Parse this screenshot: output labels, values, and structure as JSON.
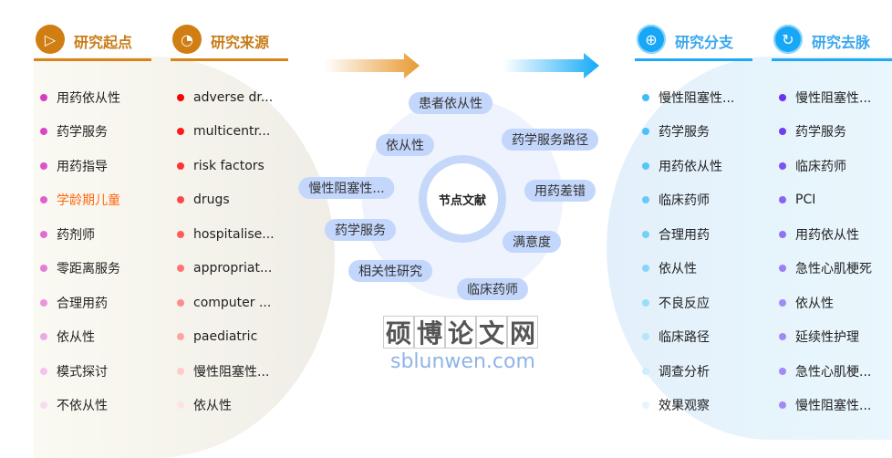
{
  "columns": [
    {
      "title": "研究起点",
      "icon": "play-icon",
      "items": [
        "用药依从性",
        "药学服务",
        "用药指导",
        "学龄期儿童",
        "药剂师",
        "零距离服务",
        "合理用药",
        "依从性",
        "模式探讨",
        "不依从性"
      ],
      "highlight_index": 3,
      "highlight_color": "#ff6a13",
      "dot_colors": [
        "#d83bc4",
        "#da45c8",
        "#dd52cc",
        "#e05fd0",
        "#e26cd4",
        "#e67dd8",
        "#eb93df",
        "#efa9e6",
        "#f4c3ee",
        "#f8dbf3"
      ]
    },
    {
      "title": "研究来源",
      "icon": "pie-chart-icon",
      "items": [
        "adverse dr...",
        "multicentr...",
        "risk factors",
        "drugs",
        "hospitalise...",
        "appropriat...",
        "computer ...",
        "paediatric",
        "慢性阻塞性...",
        "依从性"
      ],
      "dot_colors": [
        "#ff0000",
        "#ff1a1a",
        "#ff3333",
        "#ff4747",
        "#ff5c5c",
        "#ff7373",
        "#ff8c8c",
        "#ffa3a3",
        "#ffcccc",
        "#ffe3e3"
      ]
    },
    {
      "title": "研究分支",
      "icon": "plus-circle-icon",
      "items": [
        "慢性阻塞性...",
        "药学服务",
        "用药依从性",
        "临床药师",
        "合理用药",
        "依从性",
        "不良反应",
        "临床路径",
        "调查分析",
        "效果观察"
      ],
      "dot_colors": [
        "#3ebef7",
        "#48c2f7",
        "#56c6f8",
        "#64cbf8",
        "#74d0f9",
        "#86d6fa",
        "#99dcfb",
        "#b3e5fc",
        "#cdeefd",
        "#e3f5fe"
      ]
    },
    {
      "title": "研究去脉",
      "icon": "refresh-circle-icon",
      "items": [
        "慢性阻塞性...",
        "药学服务",
        "临床药师",
        "PCI",
        "用药依从性",
        "急性心肌梗死",
        "依从性",
        "延续性护理",
        "急性心肌梗...",
        "慢性阻塞性..."
      ],
      "dot_colors": [
        "#6633f5",
        "#6d3ef5",
        "#7a52f5",
        "#8664f5",
        "#9072f5",
        "#9a80f5",
        "#a28af5",
        "#a28af5",
        "#a28af5",
        "#a28af5"
      ]
    }
  ],
  "center": {
    "label": "节点文献",
    "nodes": [
      "患者依从性",
      "依从性",
      "慢性阻塞性...",
      "药学服务",
      "相关性研究",
      "临床药师",
      "药学服务路径",
      "用药差错",
      "满意度"
    ]
  },
  "watermark": {
    "cn": [
      "硕",
      "博",
      "论",
      "文",
      "网"
    ],
    "en": "sblunwen.com"
  }
}
